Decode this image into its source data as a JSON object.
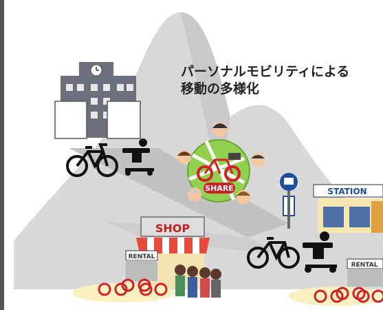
{
  "headline": {
    "line1": "パーソナルモビリティによる",
    "line2": "移動の多様化"
  },
  "signs": {
    "shop": "SHOP",
    "station": "STATION",
    "share": "SHARE",
    "rental_left": "RENTAL",
    "rental_right": "RENTAL"
  },
  "colors": {
    "mountain": "#d8d8d8",
    "road": "#c6c6c6",
    "share_circle": "#92d050",
    "bike_red": "#d0202a",
    "sand": "#fbf0c0"
  }
}
